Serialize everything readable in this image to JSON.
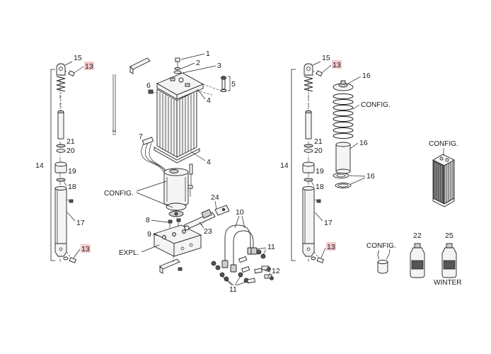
{
  "labels": {
    "n1": "1",
    "n2": "2",
    "n3": "3",
    "n4a": "4",
    "n4b": "4",
    "n5": "5",
    "n6": "6",
    "n7": "7",
    "n8": "8",
    "n9": "9",
    "n10": "10",
    "n11a": "11",
    "n11b": "11",
    "n12": "12",
    "n13a": "13",
    "n13b": "13",
    "n13c": "13",
    "n13d": "13",
    "n14a": "14",
    "n14b": "14",
    "n15a": "15",
    "n15b": "15",
    "n16a": "16",
    "n16b": "16",
    "n16c": "16",
    "n17a": "17",
    "n17b": "17",
    "n18a": "18",
    "n18b": "18",
    "n19a": "19",
    "n19b": "19",
    "n20a": "20",
    "n20b": "20",
    "n21a": "21",
    "n21b": "21",
    "n22": "22",
    "n23": "23",
    "n24": "24",
    "n25": "25",
    "config1": "CONFIG.",
    "config2": "CONFIG.",
    "config3": "CONFIG.",
    "config4": "CONFIG.",
    "expl": "EXPL.",
    "winter": "WINTER"
  },
  "colors": {
    "highlight": "#f3c9cc",
    "line": "#222222"
  }
}
